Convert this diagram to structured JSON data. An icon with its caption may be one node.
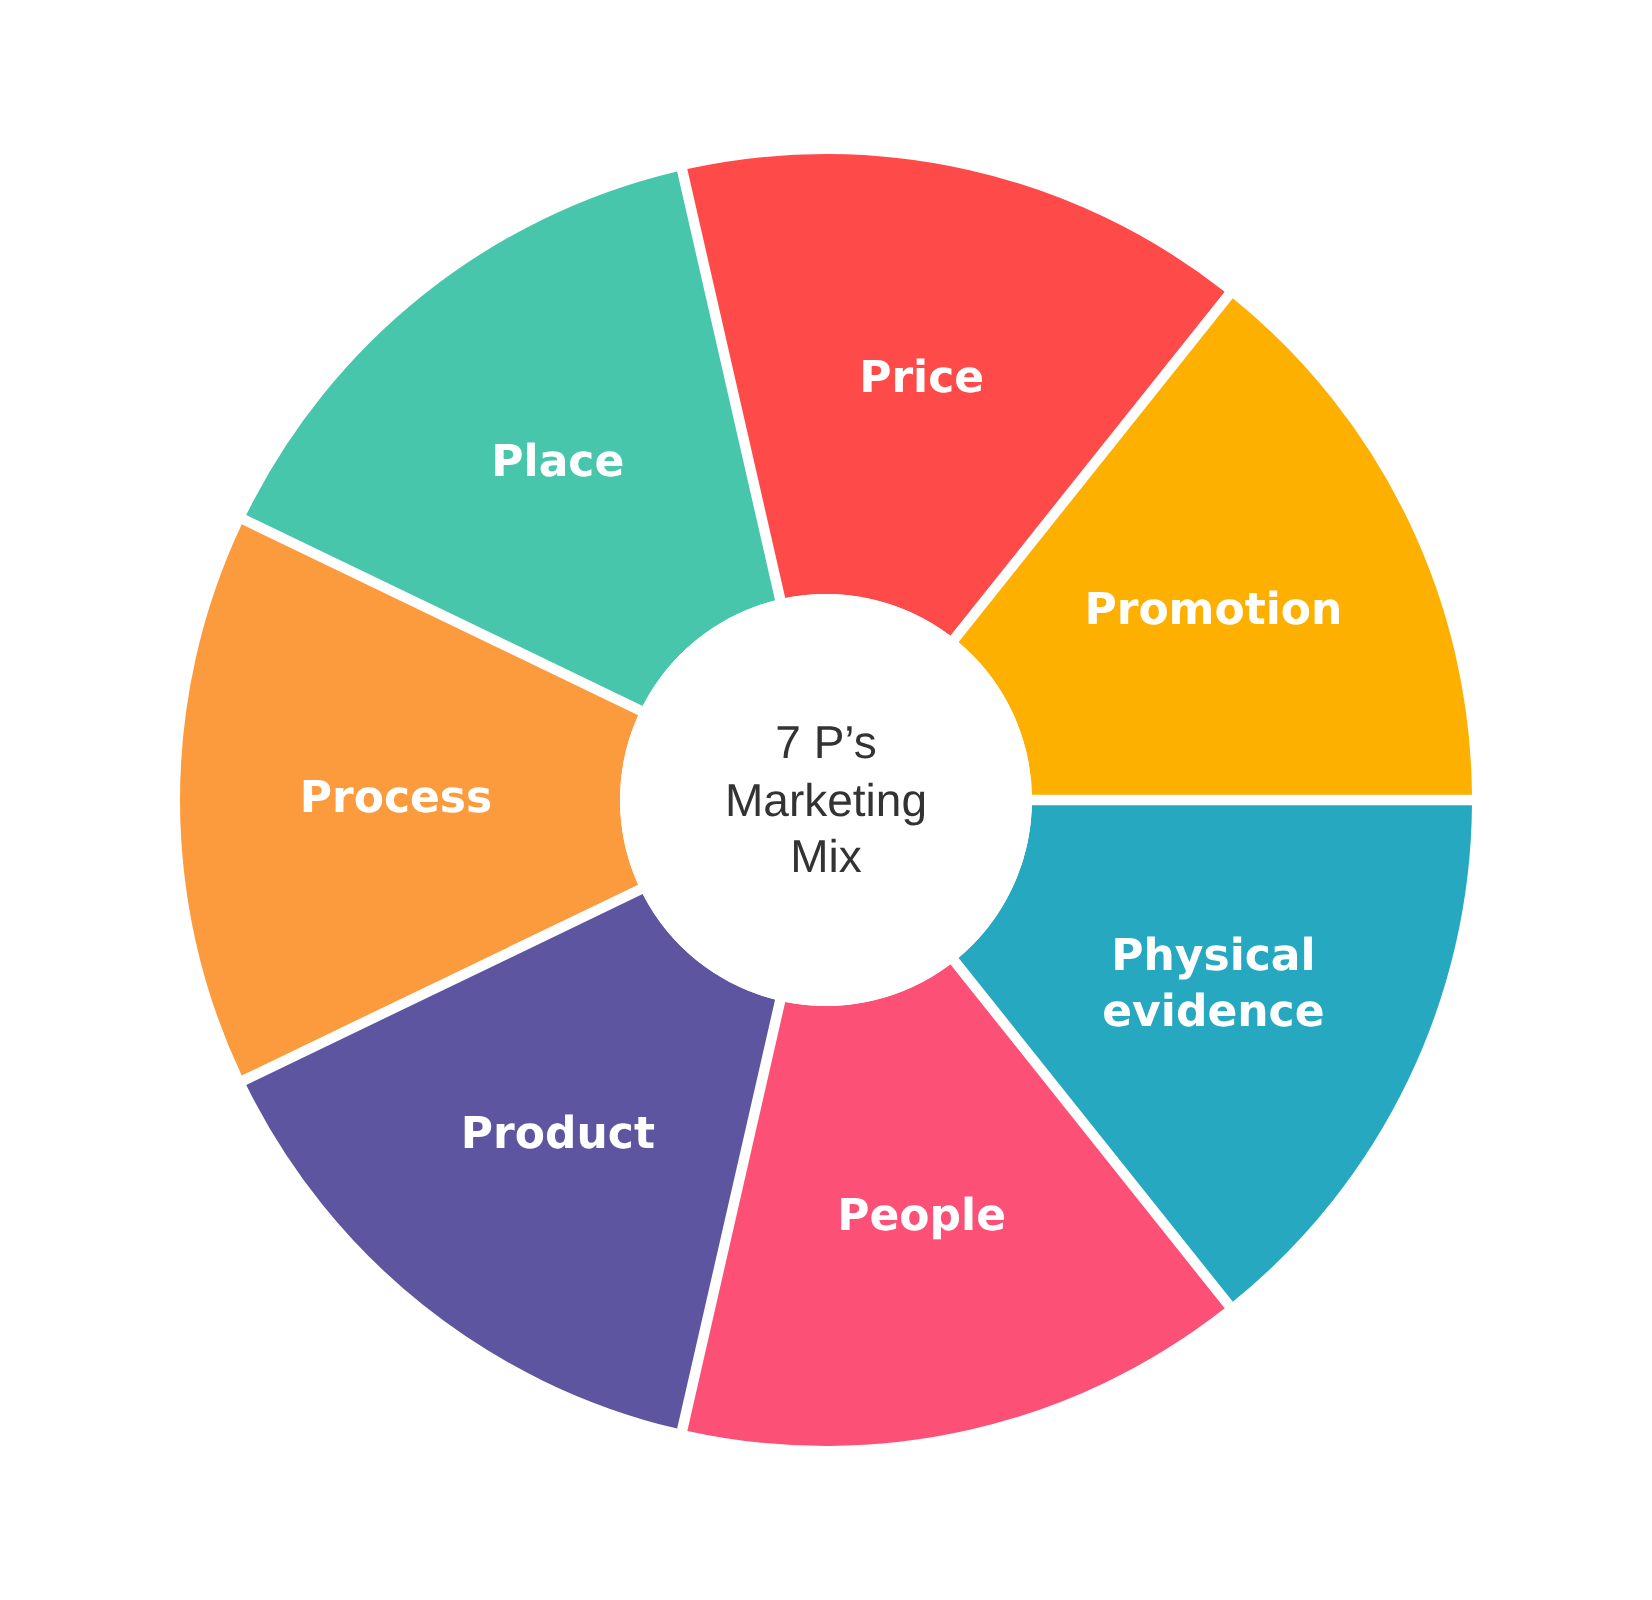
{
  "diagram": {
    "nodes": [
      {
        "text": [
          "Price"
        ]
      },
      {
        "text": [
          "Promotion"
        ]
      },
      {
        "text": [
          "Physical evidence"
        ]
      },
      {
        "text": [
          "People"
        ]
      },
      {
        "text": [
          "Product"
        ]
      },
      {
        "text": [
          "Process"
        ]
      },
      {
        "text": [
          "Place"
        ]
      },
      {
        "text": [
          "7 P’s Marketing Mix"
        ]
      }
    ]
  }
}
